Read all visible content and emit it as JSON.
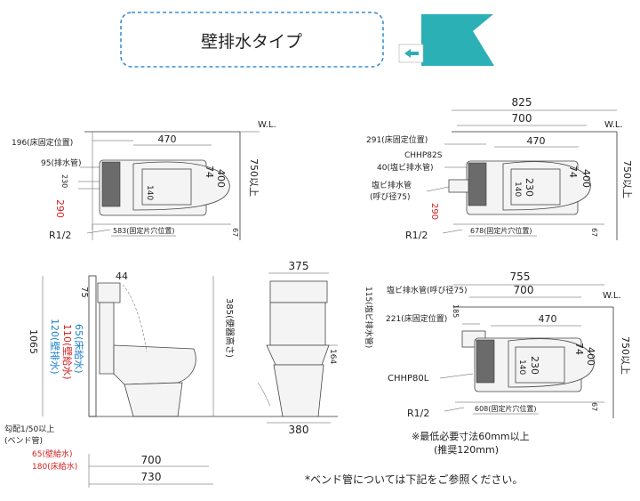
{
  "header": {
    "title": "壁排水タイプ",
    "badge_color": "#2bb0b5",
    "border_color": "#3a8fd1"
  },
  "colors": {
    "red": "#d42020",
    "blue": "#1a7fc9",
    "line": "#333333"
  },
  "view_top_left": {
    "wl": "W.L.",
    "dim_470": "470",
    "dim_74": "74",
    "dim_400": "400",
    "dim_140": "140",
    "dim_230": "230",
    "dim_750": "750以上",
    "dim_67": "67",
    "floor_fix_pos": "196(床固定位置)",
    "drain_pipe": "95(排水管)",
    "h290": "290",
    "r12": "R1/2",
    "fix_hole": "583(固定片穴位置)"
  },
  "view_top_right": {
    "wl": "W.L.",
    "dim_825": "825",
    "dim_700": "700",
    "dim_470": "470",
    "dim_74": "74",
    "dim_400": "400",
    "dim_140": "140",
    "dim_230": "230",
    "dim_750": "750以上",
    "dim_67": "67",
    "floor_fix_pos": "291(床固定位置)",
    "chhp": "CHHP82S",
    "pvc_drain": "40(塩ビ排水管)",
    "pvc_label_1": "塩ビ排水管",
    "pvc_label_2": "(呼び径75)",
    "h290": "290",
    "r12": "R1/2",
    "fix_hole": "678(固定片穴位置)"
  },
  "view_side": {
    "dim_44": "44",
    "dim_75": "75",
    "dim_1065": "1065",
    "wall_drain": "120(壁排水)",
    "wall_water": "110(壁給水)",
    "floor_water": "65(床給水)",
    "bowl_height": "385(便器高さ)",
    "slope": "勾配1/50以上",
    "bend": "(ベンド管)",
    "wall_water_2": "65(壁給水)",
    "floor_water_2": "180(床給水)",
    "dim_700": "700",
    "dim_730": "730"
  },
  "view_front": {
    "dim_375": "375",
    "dim_164": "164",
    "dim_380": "380"
  },
  "view_bottom_right": {
    "wl": "W.L.",
    "pvc_drain": "塩ビ排水管(呼び径75)",
    "dim_755": "755",
    "dim_700": "700",
    "dim_470": "470",
    "dim_74": "74",
    "dim_400": "400",
    "dim_140": "140",
    "dim_230": "230",
    "dim_750": "750以上",
    "dim_67": "67",
    "floor_fix_pos": "221(床固定位置)",
    "dim_185": "185",
    "dim_115": "115(塩ビ排水管)",
    "chhp": "CHHP80L",
    "r12": "R1/2",
    "fix_hole": "608(固定片穴位置)"
  },
  "notes": {
    "min_space": "※最低必要寸法60mm以上",
    "recommended": "(推奨120mm)",
    "bend_note": "*ベンド管については下記をご参照ください。"
  }
}
